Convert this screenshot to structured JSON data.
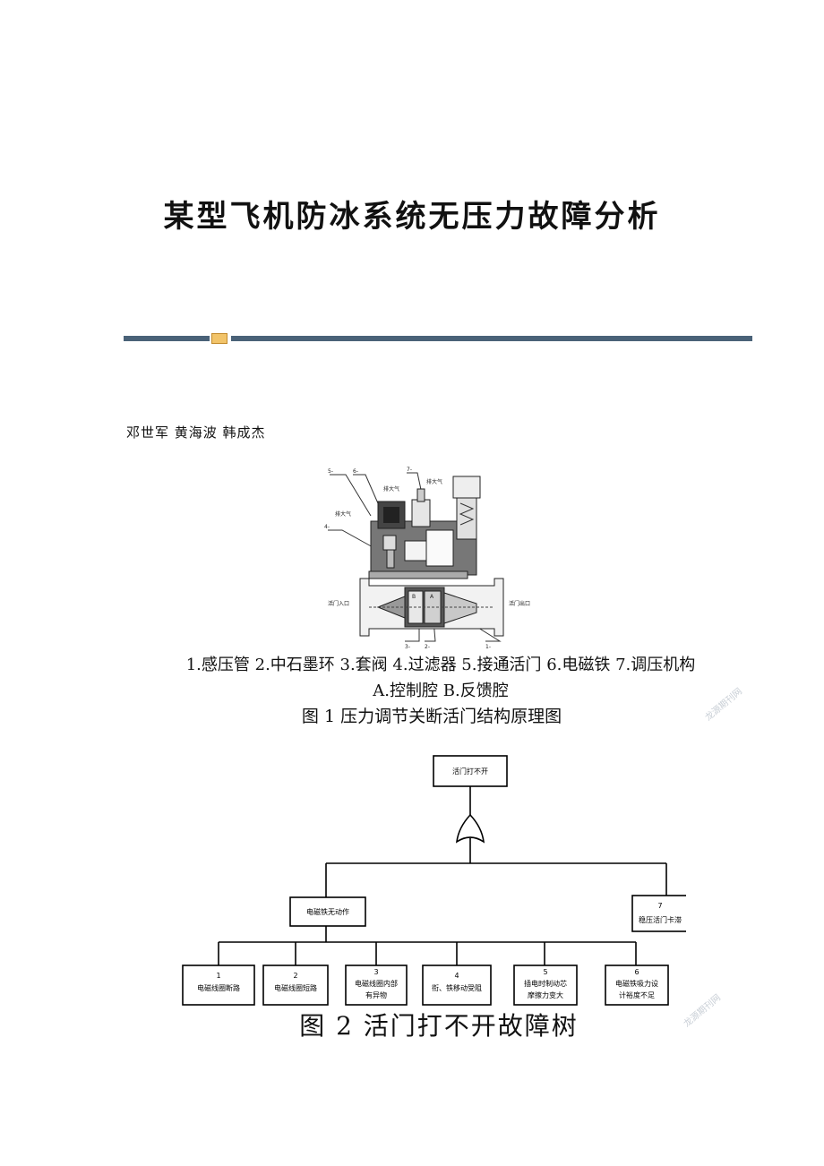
{
  "title": "某型飞机防冰系统无压力故障分析",
  "authors": "邓世军  黄海波  韩成杰",
  "figure1": {
    "labels": {
      "n5": "5-",
      "n6": "6-",
      "n7": "7-",
      "n4": "4-",
      "exhaust1": "排大气",
      "exhaust2": "排大气",
      "exhaust3": "排大气",
      "inlet": "活门入口",
      "outlet": "活门出口",
      "n3": "3-",
      "n2": "2-",
      "n1": "1-",
      "chamberA": "A",
      "chamberB": "B"
    },
    "legend_line1": "1.感压管  2.中石墨环  3.套阀  4.过滤器  5.接通活门  6.电磁铁  7.调压机构",
    "legend_line2": "A.控制腔    B.反馈腔",
    "caption": "图 1    压力调节关断活门结构原理图"
  },
  "figure2": {
    "top_event": "活门打不开",
    "mid_left": "电磁铁无动作",
    "mid_right_num": "7",
    "mid_right": "稳压活门卡滞",
    "leaves": [
      {
        "num": "1",
        "line1": "电磁线圈断路",
        "line2": ""
      },
      {
        "num": "2",
        "line1": "电磁线圈短路",
        "line2": ""
      },
      {
        "num": "3",
        "line1": "电磁线圈内部",
        "line2": "有异物"
      },
      {
        "num": "4",
        "line1": "衔、铁移动受阻",
        "line2": ""
      },
      {
        "num": "5",
        "line1": "插电时制动芯",
        "line2": "摩擦力变大"
      },
      {
        "num": "6",
        "line1": "电磁铁吸力设",
        "line2": "计裕度不足"
      }
    ],
    "caption": "图 2    活门打不开故障树"
  },
  "watermark": "龙源期刊网"
}
